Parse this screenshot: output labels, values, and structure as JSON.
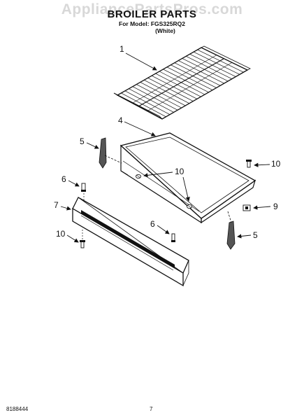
{
  "watermark": "AppliancePartsPros.com",
  "header": {
    "title": "BROILER PARTS",
    "model_line": "For Model: FGS325RQ2",
    "color_line": "(White)"
  },
  "callouts": {
    "rack": "1",
    "pan": "4",
    "slide_left": "5",
    "slide_right": "5",
    "stud_left": "6",
    "stud_right": "6",
    "drawer_front": "7",
    "clip": "9",
    "screw_pan": "10",
    "screw_top_right": "10",
    "screw_front": "10"
  },
  "footer": {
    "doc_number": "8188444",
    "page_number": "7"
  }
}
